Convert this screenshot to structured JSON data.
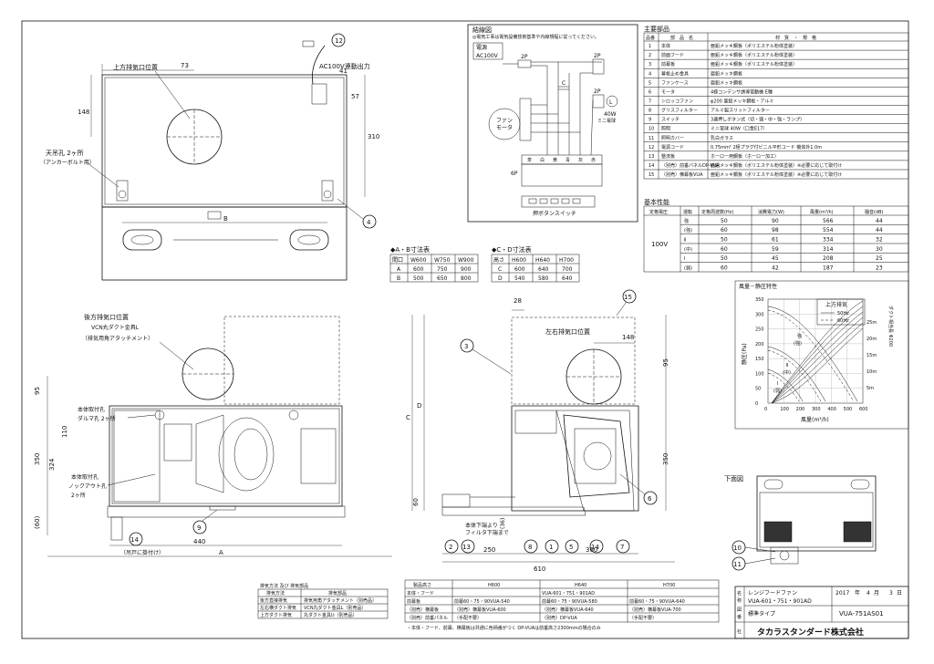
{
  "frame": {
    "border": "#111111",
    "background": "#ffffff"
  },
  "callouts": {
    "c12": "12",
    "c4": "4",
    "c3": "3",
    "c15": "15",
    "c14": "14",
    "c9": "9",
    "c6": "6",
    "c2": "2",
    "c13": "13",
    "c8": "8",
    "c1": "1",
    "c5": "5",
    "c14b": "14",
    "c7": "7",
    "c10": "10",
    "c11": "11"
  },
  "top_view": {
    "label_upper_exhaust": "上方排気口位置",
    "label_ac": "AC100V連動出力",
    "label_ceiling_holes": "天吊孔 2ヶ所",
    "label_anchor": "（アンカーボルト用）",
    "dim_73": "73",
    "dim_148": "148",
    "dim_41": "41",
    "dim_57": "57",
    "dim_310": "310",
    "dim_B": "B"
  },
  "side_view": {
    "label_rear_exhaust": "後方排気口位置",
    "label_vcn": "VCN丸ダクト金具L",
    "label_attachment": "（排気用角アタッチメント）",
    "label_mount": "本体取付孔",
    "label_daruma": "ダルマ孔 2ヶ所",
    "label_mount2": "本体取付孔",
    "label_knock": "ノックアウト孔",
    "label_2": "2ヶ所",
    "dim_95": "95",
    "dim_110": "110",
    "dim_350": "350",
    "dim_324": "324",
    "dim_60": "(60)",
    "dim_440": "440",
    "dim_A": "A",
    "note_hang": "（吊戸に掛付け）"
  },
  "front_view": {
    "label_left_exhaust": "左右排気口位置",
    "dim_28": "28",
    "dim_148": "148",
    "dim_C": "C",
    "dim_D": "D",
    "dim_95": "95",
    "dim_350": "350",
    "dim_60": "60",
    "dim_36": "(36)",
    "dim_250": "250",
    "dim_360": "360",
    "dim_610": "610",
    "note_lower": "本体下端より",
    "note_filter": "フィルタ下端まで"
  },
  "ab_table": {
    "title": "◆A・B寸法表",
    "headers": [
      "間口",
      "W600",
      "W750",
      "W900"
    ],
    "rows": [
      [
        "A",
        "600",
        "750",
        "900"
      ],
      [
        "B",
        "500",
        "650",
        "800"
      ]
    ]
  },
  "cd_table": {
    "title": "◆C・D寸法表",
    "headers": [
      "高さ",
      "H600",
      "H640",
      "H700"
    ],
    "rows": [
      [
        "C",
        "600",
        "640",
        "700"
      ],
      [
        "D",
        "540",
        "580",
        "640"
      ]
    ]
  },
  "wiring": {
    "title": "結線図",
    "note": "◎電気工事は電気設備技術基準や内線規程に従ってください。",
    "power": "電源",
    "ac": "AC100V",
    "fan": "ファン",
    "motor": "モータ",
    "p2a": "2P",
    "p2b": "2P",
    "p2c": "2P",
    "p6": "6P",
    "cap": "C",
    "lamp": "L",
    "lamp_w": "40W",
    "lamp_name": "ミニ電球",
    "switch": "押ボタンスイッチ",
    "wires": [
      "茶",
      "白",
      "黄",
      "青",
      "灰",
      "赤"
    ]
  },
  "parts": {
    "title": "主要部品",
    "headers": [
      "品番",
      "部　品　名",
      "材　質　・　規　格"
    ],
    "rows": [
      [
        "1",
        "本体",
        "亜鉛メッキ鋼板（ポリエステル粉体塗装）"
      ],
      [
        "2",
        "前面フード",
        "亜鉛メッキ鋼板（ポリエステル粉体塗装）"
      ],
      [
        "3",
        "前幕板",
        "亜鉛メッキ鋼板（ポリエステル粉体塗装）"
      ],
      [
        "4",
        "幕板止め金具",
        "亜鉛メッキ鋼板"
      ],
      [
        "5",
        "ファンケース",
        "亜鉛メッキ鋼板"
      ],
      [
        "6",
        "モータ",
        "4極コンデンサ誘導電動機 E種"
      ],
      [
        "7",
        "シロッコファン",
        "φ200 亜鉛メッキ鋼板・アルミ"
      ],
      [
        "8",
        "グリスフィルター",
        "アルミ製スリットフィルター"
      ],
      [
        "9",
        "スイッチ",
        "3連押しボタン式（切・弱・中・強・ランプ）"
      ],
      [
        "10",
        "照明",
        "ミニ電球 40W（口金E17）"
      ],
      [
        "11",
        "照明カバー",
        "乳白ガラス"
      ],
      [
        "12",
        "電源コード",
        "0.75mm² 2極プラグ付ビニル平形コード 機体外1.0m"
      ],
      [
        "13",
        "整流板",
        "ホーロー用鋼板（ホーロー加工）"
      ],
      [
        "14",
        "（別売）前垂パネルDP-VUA",
        "亜鉛メッキ鋼板（ポリエステル粉体塗装）※必要に応じて取付け"
      ],
      [
        "15",
        "（別売）横幕板VUA",
        "亜鉛メッキ鋼板（ポリエステル粉体塗装）※必要に応じて取付け"
      ]
    ]
  },
  "performance": {
    "title": "基本性能",
    "headers": [
      "定格電圧",
      "運転",
      "定格周波数(Hz)",
      "消費電力(W)",
      "風量(m³/h)",
      "騒音(dB)"
    ],
    "voltage": "100V",
    "rows": [
      [
        "強",
        "50",
        "90",
        "566",
        "44"
      ],
      [
        "(強)",
        "60",
        "98",
        "554",
        "44"
      ],
      [
        "Ⅱ",
        "50",
        "61",
        "334",
        "32"
      ],
      [
        "(中)",
        "60",
        "59",
        "314",
        "30"
      ],
      [
        "Ⅰ",
        "50",
        "45",
        "208",
        "25"
      ],
      [
        "(弱)",
        "60",
        "42",
        "187",
        "23"
      ]
    ]
  },
  "pq_chart": {
    "title": "風量－静圧特性",
    "ylabel": "静圧(Pa)",
    "xlabel": "風量(m³/h)",
    "y2label": "ダクト相当長 Φ200",
    "legend_title": "上方排気",
    "legend_50": "50Hz",
    "legend_60": "60Hz",
    "yticks": [
      "350",
      "300",
      "250",
      "200",
      "150",
      "100",
      "50",
      "0"
    ],
    "xticks": [
      "0",
      "100",
      "200",
      "300",
      "400",
      "500",
      "600"
    ],
    "y2ticks": [
      "25m",
      "20m",
      "15m",
      "10m",
      "5m"
    ],
    "curve_labels": [
      "強",
      "(強)",
      "Ⅱ",
      "(中)",
      "Ⅰ",
      "(弱)"
    ]
  },
  "bottom_view": {
    "title": "下面図"
  },
  "exhaust_table": {
    "headers": [
      "排気方法",
      "排気部品"
    ],
    "caption": "排気方法 及び 排気部品",
    "rows": [
      [
        "後方直接排気",
        "排気用角アタッチメント（別売品）"
      ],
      [
        "左右横ダクト排気",
        "VCN丸ダクト金具L（別売品）"
      ],
      [
        "上方ダクト排気",
        "丸ダクト金具U（別売品）"
      ]
    ]
  },
  "model_table": {
    "headers": [
      "製品高さ",
      "H600",
      "H640",
      "H700"
    ],
    "rows": [
      [
        "本体・フード",
        "",
        "VUA-601・751・901AD",
        ""
      ],
      [
        "前幕板",
        "前幕60・75・90VUA-540",
        "前幕60・75・90VUA-580",
        "前幕60・75・90VUA-640"
      ],
      [
        "（別売）横幕板",
        "（別売）横幕板VUA-600",
        "（別売）横幕板VUA-640",
        "（別売）横幕板VUA-700"
      ],
      [
        "（別売）前垂パネル",
        "（手配不要）",
        "（別売）DP-VUA",
        "（手配不要）"
      ]
    ],
    "note": "・本体・フード、前幕、横幕板は共通に色柄番がつく DP-VUAは前垂高さ2300mmの場合のみ"
  },
  "title_block": {
    "name": "名称",
    "product": "レンジフードファン",
    "model": "VUA-601・751・901AD",
    "year": "2017",
    "year_unit": "年",
    "month": "4",
    "month_unit": "月",
    "day": "3",
    "day_unit": "日",
    "type": "標準タイプ",
    "drawing_no": "VUA-751AS01",
    "company": "タカラスタンダード株式会社",
    "side_labels": [
      "名",
      "称",
      "図",
      "番",
      "社"
    ]
  }
}
